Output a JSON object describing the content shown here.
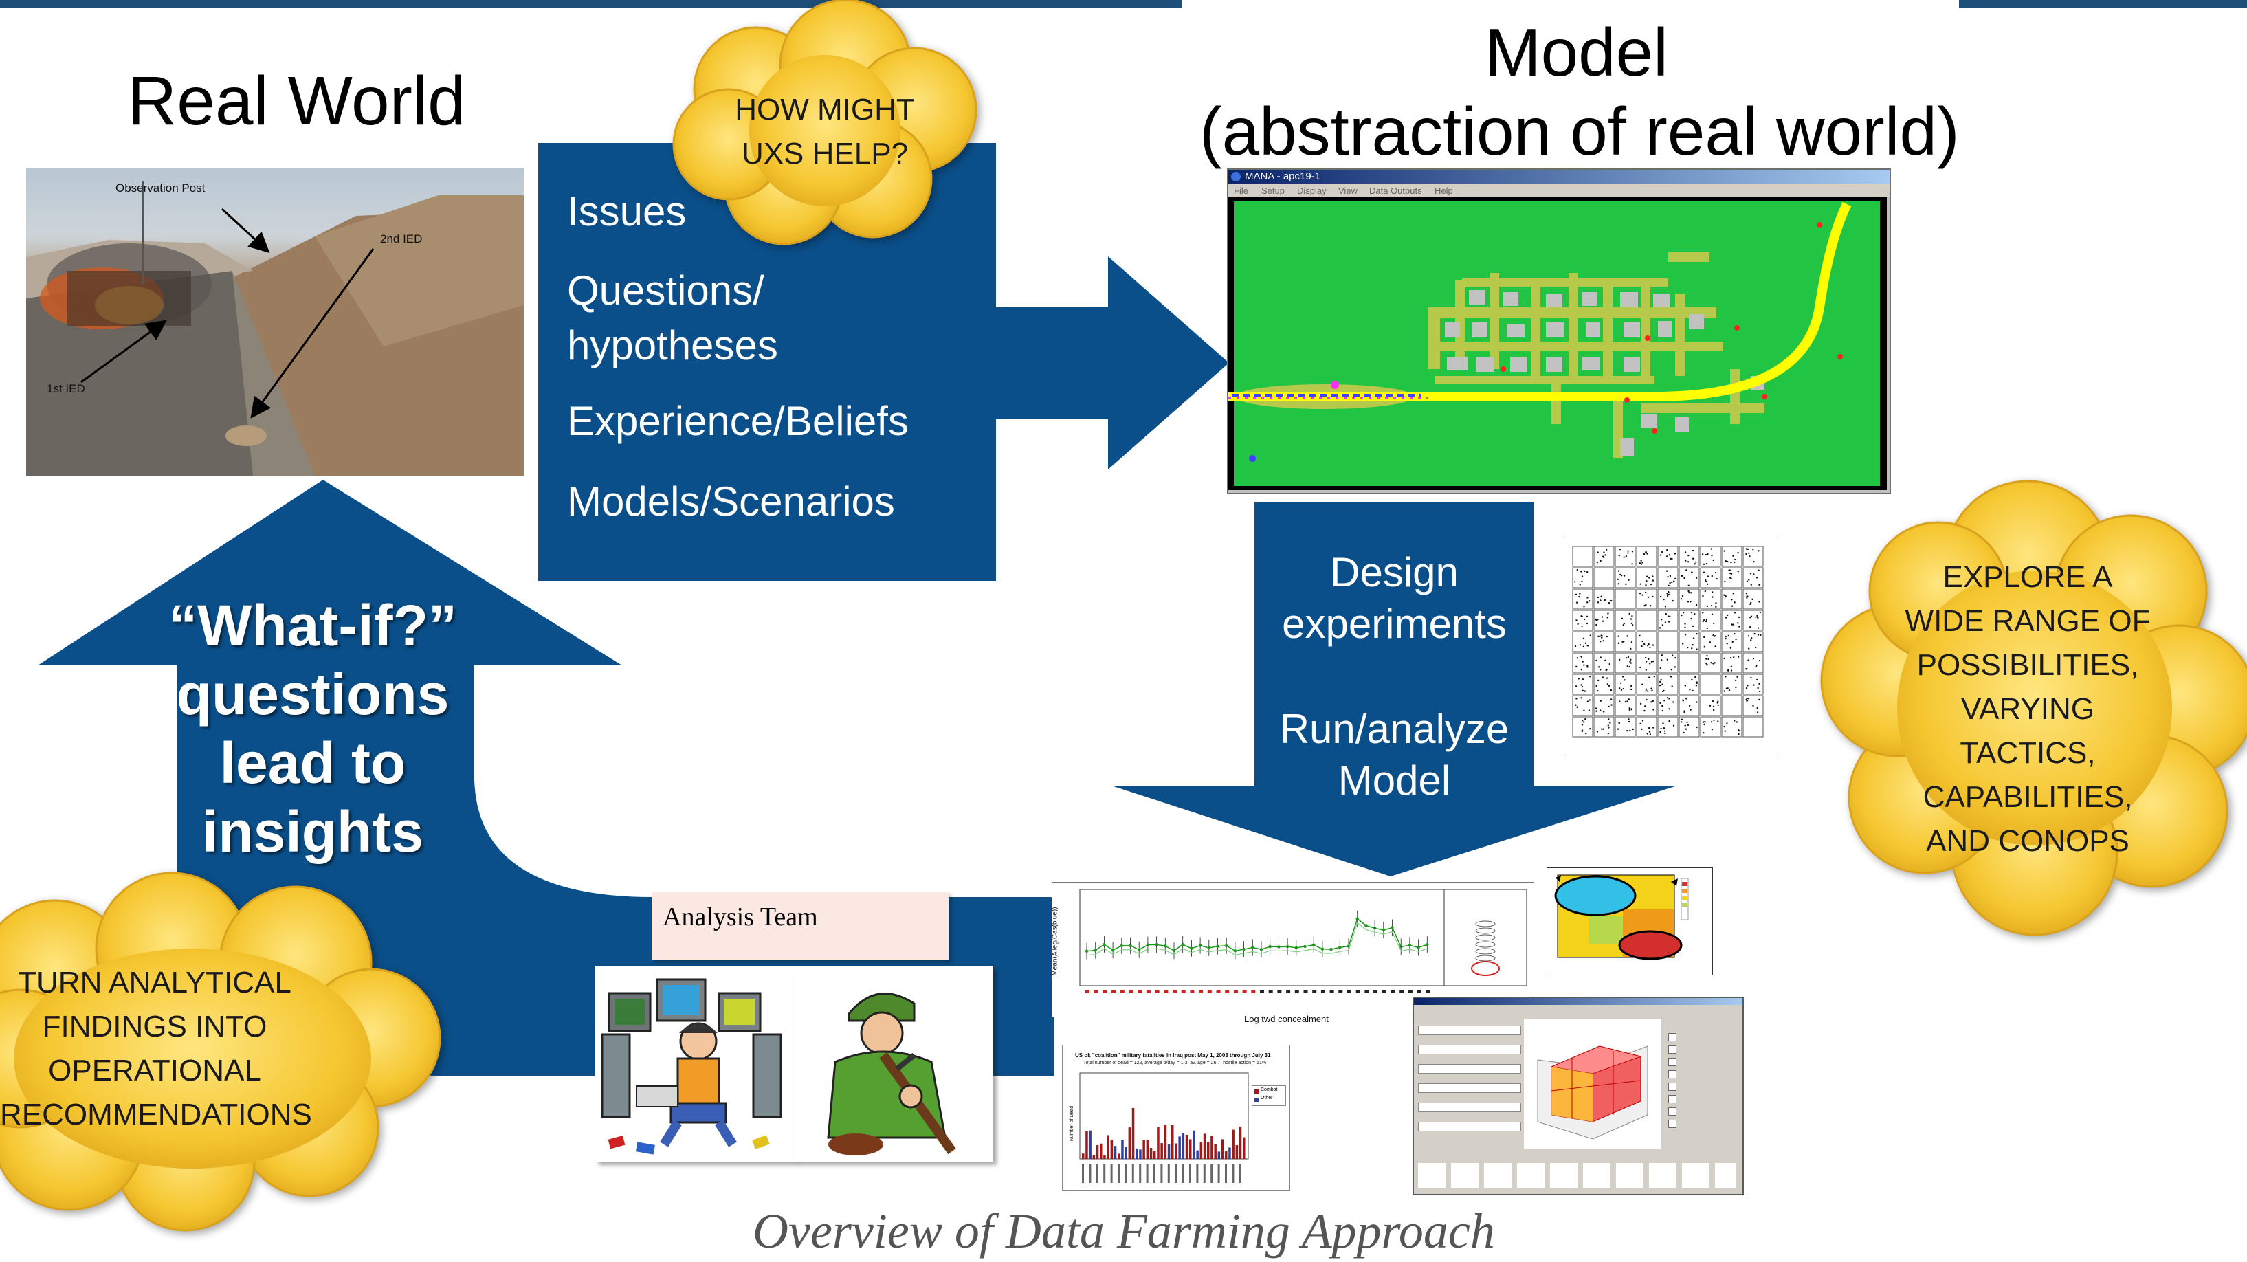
{
  "diagram": {
    "caption": "Overview of Data Farming Approach",
    "real_world": {
      "title": "Real World",
      "photo_labels": [
        "Observation Post",
        "2nd IED",
        "1st IED"
      ]
    },
    "model": {
      "title_line1": "Model",
      "title_line2": "(abstraction of real world)",
      "window_title": "MANA - apc19-1",
      "menu": [
        "File",
        "Setup",
        "Display",
        "View",
        "Data Outputs",
        "Help"
      ]
    },
    "right_arrow_items": [
      "Issues",
      "Questions/\nhypotheses",
      "Experience/Beliefs",
      "Models/Scenarios"
    ],
    "down_arrow_items": [
      "Design\nexperiments",
      "Run/analyze\nModel"
    ],
    "up_arrow_text": "“What-if?”\nquestions\nlead to\ninsights",
    "analysis_team_label": "Analysis Team",
    "clouds": {
      "uxs": "HOW MIGHT\nUXS HELP?",
      "explore": "EXPLORE A\nWIDE RANGE OF\nPOSSIBILITIES,\nVARYING\nTACTICS,\nCAPABILITIES,\nAND CONOPS",
      "turn": "TURN ANALYTICAL\nFINDINGS INTO\nOPERATIONAL\nRECOMMENDATIONS"
    },
    "line_plot": {
      "xlabel": "Log twd concealment",
      "ylabel": "Mean(Alleg/Cas(blue))"
    },
    "bar_chart": {
      "title": "US ok \"coalition\" military fatalities in Iraq post May 1, 2003 through July 31",
      "subtitle": "Total number of dead = 122, average p/day = 1.3, av. age = 26.7, hostile action = 61%",
      "legend": [
        "Combat",
        "Other"
      ],
      "ylabel": "Number of Dead"
    }
  },
  "colors": {
    "arrow_blue": "#0b4f8a",
    "cloud_yellow": "#f2c233",
    "terrain_green": "#22c543",
    "road_yellow": "#ffff00"
  }
}
